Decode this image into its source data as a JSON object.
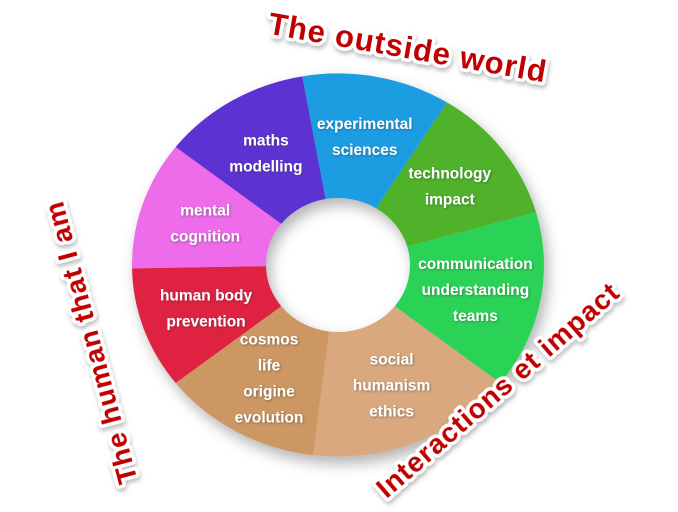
{
  "titles": {
    "top": "The outside world",
    "left": "The human that I am",
    "right": "Interactions et impact"
  },
  "chart_data": {
    "type": "pie",
    "subtype": "donut",
    "title": "",
    "legend": "none",
    "hole": true,
    "outer_titles": [
      "The outside world",
      "The human that I am",
      "Interactions et impact"
    ],
    "title_color": "#c00000",
    "segments": [
      {
        "label": "experimental sciences",
        "lines": [
          "experimental",
          "sciences"
        ],
        "color": "#1b9de2",
        "start_deg": -10,
        "end_deg": 32
      },
      {
        "label": "technology impact",
        "lines": [
          "technology",
          "impact"
        ],
        "color": "#50b22a",
        "start_deg": 32,
        "end_deg": 74
      },
      {
        "label": "communication understanding teams",
        "lines": [
          "communication",
          "understanding",
          "teams"
        ],
        "color": "#2bd356",
        "start_deg": 74,
        "end_deg": 128
      },
      {
        "label": "social humanism ethics",
        "lines": [
          "social",
          "humanism",
          "ethics"
        ],
        "color": "#d9a87f",
        "start_deg": 128,
        "end_deg": 187
      },
      {
        "label": "cosmos life origine evolution",
        "lines": [
          "cosmos",
          "life",
          "origine",
          "evolution"
        ],
        "color": "#cc9763",
        "start_deg": 187,
        "end_deg": 232
      },
      {
        "label": "human body prevention",
        "lines": [
          "human body",
          "prevention"
        ],
        "color": "#df2443",
        "start_deg": 232,
        "end_deg": 269
      },
      {
        "label": "mental cognition",
        "lines": [
          "mental",
          "cognition"
        ],
        "color": "#ee6ce9",
        "start_deg": 269,
        "end_deg": 308
      },
      {
        "label": "maths modelling",
        "lines": [
          "maths",
          "modelling"
        ],
        "color": "#5b30d2",
        "start_deg": 308,
        "end_deg": 350
      }
    ]
  }
}
